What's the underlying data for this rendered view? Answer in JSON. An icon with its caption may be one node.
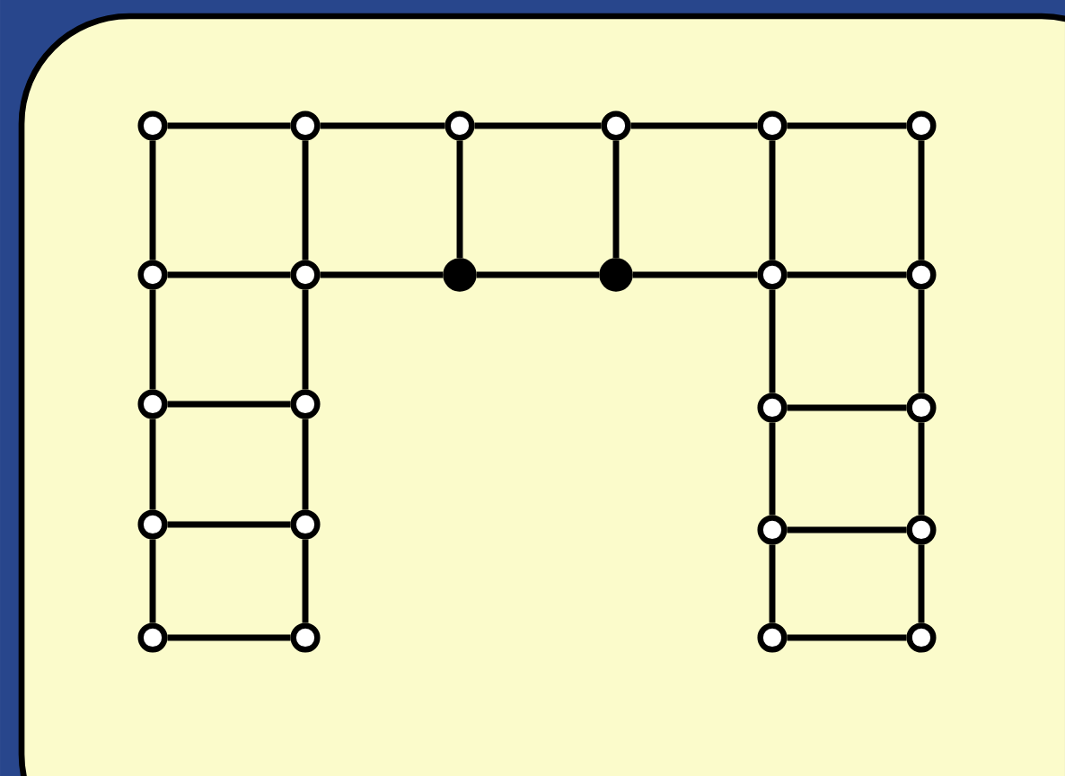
{
  "diagram": {
    "nodes": [
      {
        "text": [],
        "shape": "circle"
      },
      {
        "text": [],
        "shape": "circle"
      },
      {
        "text": [],
        "shape": "circle"
      },
      {
        "text": [],
        "shape": "circle"
      },
      {
        "text": [],
        "shape": "circle"
      },
      {
        "text": [],
        "shape": "circle"
      },
      {
        "text": [],
        "shape": "circle"
      },
      {
        "text": [],
        "shape": "circle"
      },
      {
        "text": [],
        "shape": "dot"
      },
      {
        "text": [],
        "shape": "dot"
      },
      {
        "text": [],
        "shape": "circle"
      },
      {
        "text": [],
        "shape": "circle"
      },
      {
        "text": [],
        "shape": "circle"
      },
      {
        "text": [],
        "shape": "circle"
      },
      {
        "text": [],
        "shape": "circle"
      },
      {
        "text": [],
        "shape": "circle"
      },
      {
        "text": [],
        "shape": "circle"
      },
      {
        "text": [],
        "shape": "circle"
      },
      {
        "text": [],
        "shape": "circle"
      },
      {
        "text": [],
        "shape": "circle"
      },
      {
        "text": [],
        "shape": "circle"
      },
      {
        "text": [],
        "shape": "circle"
      },
      {
        "text": [],
        "shape": "circle"
      },
      {
        "text": [],
        "shape": "circle"
      }
    ],
    "edges": [
      {
        "from": 0,
        "to": 1,
        "arrow": "none"
      },
      {
        "from": 1,
        "to": 2,
        "arrow": "none"
      },
      {
        "from": 2,
        "to": 3,
        "arrow": "none"
      },
      {
        "from": 3,
        "to": 4,
        "arrow": "none"
      },
      {
        "from": 4,
        "to": 5,
        "arrow": "none"
      },
      {
        "from": 0,
        "to": 6,
        "arrow": "none"
      },
      {
        "from": 1,
        "to": 7,
        "arrow": "none"
      },
      {
        "from": 2,
        "to": 8,
        "arrow": "none"
      },
      {
        "from": 3,
        "to": 9,
        "arrow": "none"
      },
      {
        "from": 4,
        "to": 10,
        "arrow": "none"
      },
      {
        "from": 5,
        "to": 11,
        "arrow": "none"
      },
      {
        "from": 6,
        "to": 7,
        "arrow": "none"
      },
      {
        "from": 7,
        "to": 8,
        "arrow": "none"
      },
      {
        "from": 8,
        "to": 9,
        "arrow": "none"
      },
      {
        "from": 9,
        "to": 10,
        "arrow": "none"
      },
      {
        "from": 10,
        "to": 11,
        "arrow": "none"
      },
      {
        "from": 6,
        "to": 12,
        "arrow": "none"
      },
      {
        "from": 7,
        "to": 13,
        "arrow": "none"
      },
      {
        "from": 12,
        "to": 13,
        "arrow": "none"
      },
      {
        "from": 12,
        "to": 16,
        "arrow": "none"
      },
      {
        "from": 13,
        "to": 17,
        "arrow": "none"
      },
      {
        "from": 16,
        "to": 17,
        "arrow": "none"
      },
      {
        "from": 16,
        "to": 20,
        "arrow": "none"
      },
      {
        "from": 17,
        "to": 21,
        "arrow": "none"
      },
      {
        "from": 20,
        "to": 21,
        "arrow": "none"
      },
      {
        "from": 10,
        "to": 14,
        "arrow": "none"
      },
      {
        "from": 11,
        "to": 15,
        "arrow": "none"
      },
      {
        "from": 14,
        "to": 15,
        "arrow": "none"
      },
      {
        "from": 14,
        "to": 18,
        "arrow": "none"
      },
      {
        "from": 15,
        "to": 19,
        "arrow": "none"
      },
      {
        "from": 18,
        "to": 19,
        "arrow": "none"
      },
      {
        "from": 18,
        "to": 22,
        "arrow": "none"
      },
      {
        "from": 19,
        "to": 23,
        "arrow": "none"
      },
      {
        "from": 22,
        "to": 23,
        "arrow": "none"
      }
    ]
  }
}
